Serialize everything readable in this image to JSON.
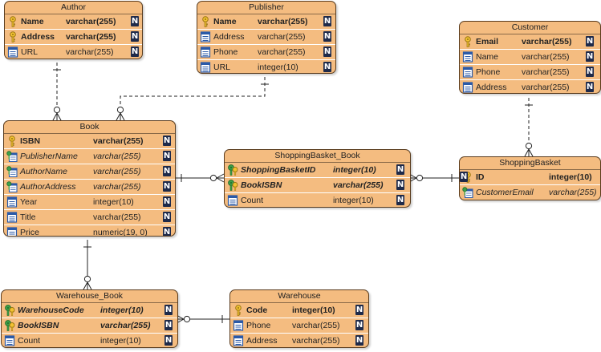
{
  "diagram": {
    "entities": [
      {
        "id": "author",
        "name": "Author",
        "columns": [
          {
            "name": "Name",
            "type": "varchar(255)",
            "key": "pk",
            "nullable": false
          },
          {
            "name": "Address",
            "type": "varchar(255)",
            "key": "pk",
            "nullable": false
          },
          {
            "name": "URL",
            "type": "varchar(255)",
            "key": "",
            "nullable": false
          }
        ]
      },
      {
        "id": "publisher",
        "name": "Publisher",
        "columns": [
          {
            "name": "Name",
            "type": "varchar(255)",
            "key": "pk",
            "nullable": false
          },
          {
            "name": "Address",
            "type": "varchar(255)",
            "key": "",
            "nullable": false
          },
          {
            "name": "Phone",
            "type": "varchar(255)",
            "key": "",
            "nullable": false
          },
          {
            "name": "URL",
            "type": "integer(10)",
            "key": "",
            "nullable": false
          }
        ]
      },
      {
        "id": "customer",
        "name": "Customer",
        "columns": [
          {
            "name": "Email",
            "type": "varchar(255)",
            "key": "pk",
            "nullable": false
          },
          {
            "name": "Name",
            "type": "varchar(255)",
            "key": "",
            "nullable": false
          },
          {
            "name": "Phone",
            "type": "varchar(255)",
            "key": "",
            "nullable": false
          },
          {
            "name": "Address",
            "type": "varchar(255)",
            "key": "",
            "nullable": false
          }
        ]
      },
      {
        "id": "book",
        "name": "Book",
        "columns": [
          {
            "name": "ISBN",
            "type": "varchar(255)",
            "key": "pk",
            "nullable": false
          },
          {
            "name": "PublisherName",
            "type": "varchar(255)",
            "key": "fk",
            "nullable": false
          },
          {
            "name": "AuthorName",
            "type": "varchar(255)",
            "key": "fk",
            "nullable": false
          },
          {
            "name": "AuthorAddress",
            "type": "varchar(255)",
            "key": "fk",
            "nullable": false
          },
          {
            "name": "Year",
            "type": "integer(10)",
            "key": "",
            "nullable": false
          },
          {
            "name": "Title",
            "type": "varchar(255)",
            "key": "",
            "nullable": false
          },
          {
            "name": "Price",
            "type": "numeric(19, 0)",
            "key": "",
            "nullable": false
          }
        ]
      },
      {
        "id": "shoppingbasket_book",
        "name": "ShoppingBasket_Book",
        "columns": [
          {
            "name": "ShoppingBasketID",
            "type": "integer(10)",
            "key": "pkfk",
            "nullable": false
          },
          {
            "name": "BookISBN",
            "type": "varchar(255)",
            "key": "pkfk",
            "nullable": false
          },
          {
            "name": "Count",
            "type": "integer(10)",
            "key": "",
            "nullable": false
          }
        ]
      },
      {
        "id": "shoppingbasket",
        "name": "ShoppingBasket",
        "columns": [
          {
            "name": "ID",
            "type": "integer(10)",
            "key": "pk",
            "nullable": false
          },
          {
            "name": "CustomerEmail",
            "type": "varchar(255)",
            "key": "fk",
            "nullable": null
          }
        ]
      },
      {
        "id": "warehouse_book",
        "name": "Warehouse_Book",
        "columns": [
          {
            "name": "WarehouseCode",
            "type": "integer(10)",
            "key": "pkfk",
            "nullable": false
          },
          {
            "name": "BookISBN",
            "type": "varchar(255)",
            "key": "pkfk",
            "nullable": false
          },
          {
            "name": "Count",
            "type": "integer(10)",
            "key": "",
            "nullable": false
          }
        ]
      },
      {
        "id": "warehouse",
        "name": "Warehouse",
        "columns": [
          {
            "name": "Code",
            "type": "integer(10)",
            "key": "pk",
            "nullable": false
          },
          {
            "name": "Phone",
            "type": "varchar(255)",
            "key": "",
            "nullable": false
          },
          {
            "name": "Address",
            "type": "varchar(255)",
            "key": "",
            "nullable": false
          }
        ]
      }
    ],
    "relationships": [
      {
        "id": "author-book",
        "from": "author",
        "to": "book",
        "identifying": false,
        "from_end": "one",
        "to_end": "zero-or-many"
      },
      {
        "id": "publisher-book",
        "from": "publisher",
        "to": "book",
        "identifying": false,
        "from_end": "one",
        "to_end": "zero-or-many"
      },
      {
        "id": "customer-shoppingbasket",
        "from": "customer",
        "to": "shoppingbasket",
        "identifying": false,
        "from_end": "one",
        "to_end": "zero-or-many"
      },
      {
        "id": "book-shoppingbasket_book",
        "from": "book",
        "to": "shoppingbasket_book",
        "identifying": true,
        "from_end": "one",
        "to_end": "zero-or-many"
      },
      {
        "id": "shoppingbasket-shoppingbasket_book",
        "from": "shoppingbasket",
        "to": "shoppingbasket_book",
        "identifying": true,
        "from_end": "one",
        "to_end": "zero-or-many"
      },
      {
        "id": "book-warehouse_book",
        "from": "book",
        "to": "warehouse_book",
        "identifying": true,
        "from_end": "one",
        "to_end": "zero-or-many"
      },
      {
        "id": "warehouse-warehouse_book",
        "from": "warehouse",
        "to": "warehouse_book",
        "identifying": true,
        "from_end": "one",
        "to_end": "zero-or-many"
      }
    ],
    "icons": {
      "pk": "key-icon",
      "fk": "foreign-key-icon",
      "pkfk": "primary-foreign-key-icon",
      "column": "column-icon",
      "not_null": "not-null-badge-icon",
      "not_null_glyph": "N"
    },
    "colors": {
      "entity_fill": "#f4bc80",
      "entity_border": "#5a3c1e",
      "relationship_line": "#222222",
      "badge": "#1e2a4a"
    }
  }
}
